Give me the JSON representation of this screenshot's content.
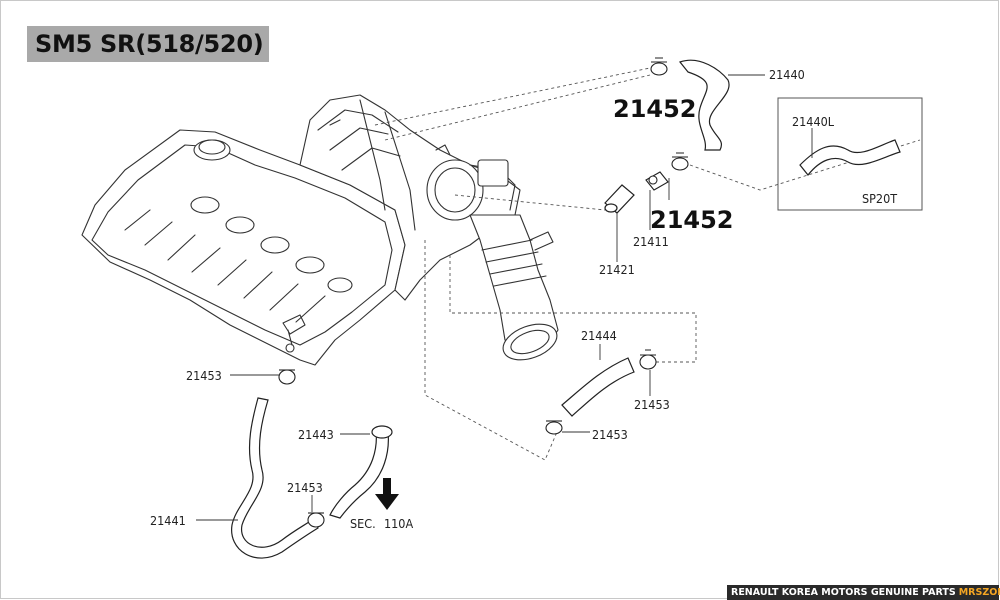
{
  "title": "SM5 SR(518/520)",
  "part_labels": {
    "p21440": "21440",
    "p21440L": "21440L",
    "sp20t": "SP20T",
    "p21452_top": "21452",
    "p21452_mid": "21452",
    "p21411": "21411",
    "p21421": "21421",
    "p21444": "21444",
    "p21453_right": "21453",
    "p21453_bottom": "21453",
    "p21453_left": "21453",
    "p21453_low": "21453",
    "p21443": "21443",
    "p21441": "21441",
    "sec": "SEC.",
    "sec_num": "110A"
  },
  "footer": {
    "text": "RENAULT KOREA MOTORS GENUINE PARTS",
    "brand": "MRSZONE"
  },
  "colors": {
    "footer_bg": "#2a2a2a",
    "footer_accent": "#f5a623",
    "title_bg": "#a9a9a9"
  }
}
